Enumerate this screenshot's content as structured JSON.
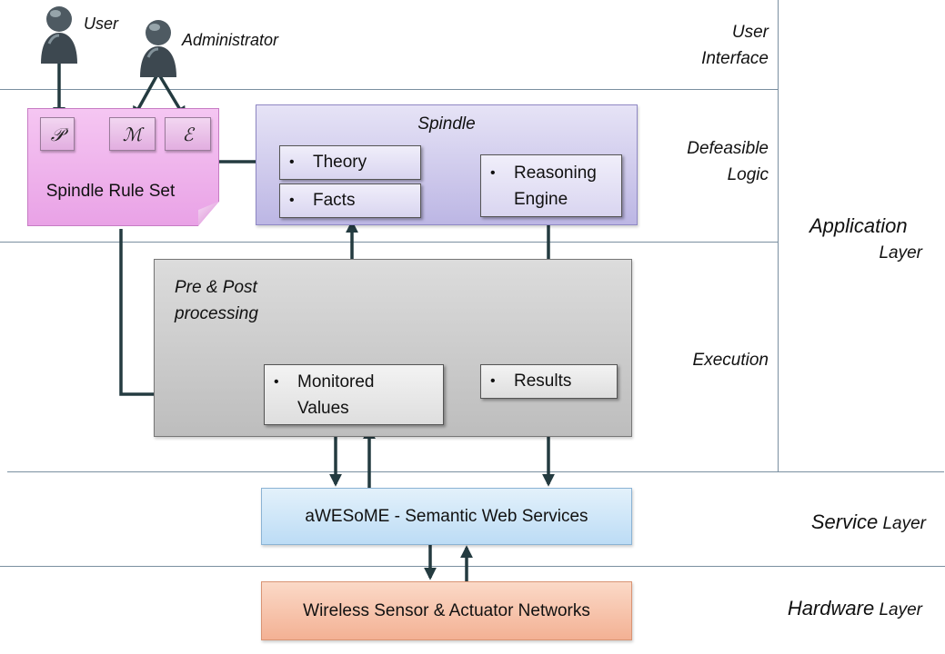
{
  "actors": {
    "user": "User",
    "administrator": "Administrator"
  },
  "layers": {
    "user_interface": [
      "User",
      "Interface"
    ],
    "defeasible_logic": [
      "Defeasible",
      "Logic"
    ],
    "application": {
      "main": "Application",
      "sub": "Layer"
    },
    "execution": "Execution",
    "service": {
      "main": "Service",
      "sub": "Layer"
    },
    "hardware": {
      "main": "Hardware",
      "sub": "Layer"
    }
  },
  "rule_set": {
    "title": "Spindle Rule Set",
    "symbols": [
      "𝒫",
      "ℳ",
      "ℰ"
    ]
  },
  "spindle": {
    "title": "Spindle",
    "theory": "Theory",
    "facts": "Facts",
    "reasoning_engine": [
      "Reasoning",
      "Engine"
    ]
  },
  "execution": {
    "title": [
      "Pre & Post",
      "processing"
    ],
    "monitored_values": [
      "Monitored",
      "Values"
    ],
    "results": "Results"
  },
  "service": {
    "label": "aWESoME - Semantic Web Services"
  },
  "hardware": {
    "label": "Wireless Sensor & Actuator Networks"
  },
  "bullet": "•",
  "colors": {
    "connector": "#243b40",
    "rule_set_fill": "#eab0e8",
    "spindle_fill": "#cbc6ec",
    "execution_fill": "#cdcdcd",
    "service_fill": "#cfe6f8",
    "hardware_fill": "#f8c5ad"
  }
}
